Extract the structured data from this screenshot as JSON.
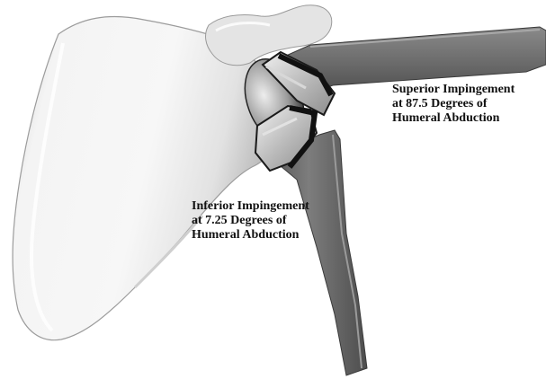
{
  "annotations": {
    "superior": {
      "lines": [
        "Superior Impingement",
        "at 87.5 Degrees of",
        "Humeral Abduction"
      ]
    },
    "inferior": {
      "lines": [
        "Inferior Impingement",
        "at 7.25 Degrees of",
        "Humeral Abduction"
      ]
    }
  },
  "colors": {
    "background": "#ffffff",
    "scapula_light": "#f2f2f2",
    "scapula_shadow": "#bdbdbd",
    "humeral_stem": "#6b6b6b",
    "humeral_stem_edge": "#3a3a3a",
    "implant_ring": "#1a1a1a",
    "implant_silver": "#cfcfcf",
    "text": "#111111"
  },
  "figure_parts": [
    "scapula",
    "acromion",
    "glenosphere-implant",
    "humeral-stem-superior",
    "humeral-stem-inferior"
  ]
}
